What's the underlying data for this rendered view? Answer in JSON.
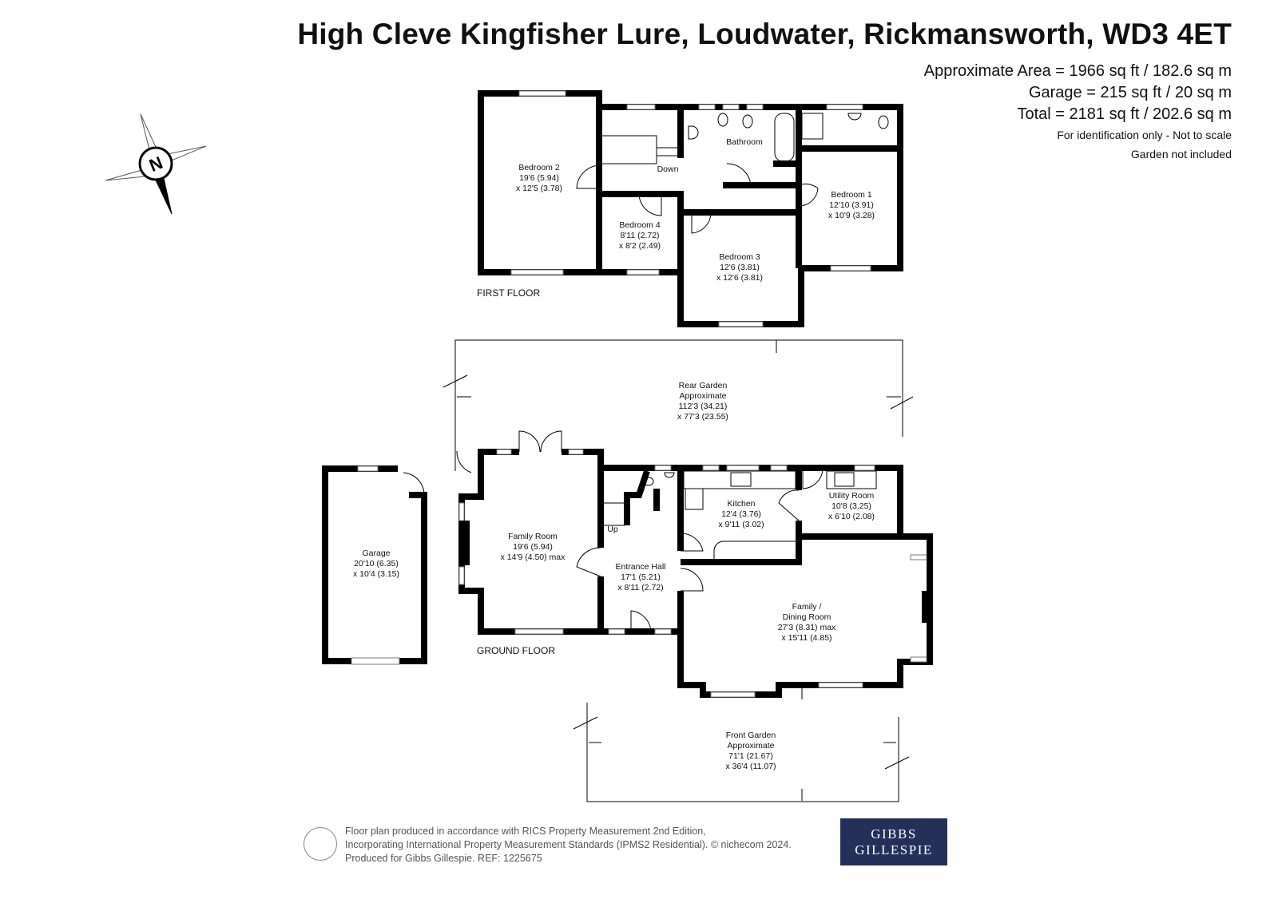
{
  "title": "High Cleve Kingfisher Lure, Loudwater, Rickmansworth, WD3 4ET",
  "areas": {
    "approximate": "Approximate Area = 1966 sq ft / 182.6 sq m",
    "garage": "Garage = 215 sq ft / 20 sq m",
    "total": "Total = 2181 sq ft / 202.6 sq m",
    "note1": "For identification only - Not to scale",
    "note2": "Garden not included"
  },
  "compass": {
    "letter": "N"
  },
  "first_floor": {
    "label": "FIRST FLOOR",
    "rooms": [
      {
        "name": "Bedroom 2",
        "dim1": "19'6 (5.94)",
        "dim2": "x 12'5 (3.78)"
      },
      {
        "name": "Bedroom 4",
        "dim1": "8'11 (2.72)",
        "dim2": "x 8'2 (2.49)"
      },
      {
        "name": "Bedroom 3",
        "dim1": "12'6 (3.81)",
        "dim2": "x 12'6 (3.81)"
      },
      {
        "name": "Bedroom 1",
        "dim1": "12'10 (3.91)",
        "dim2": "x 10'9 (3.28)"
      },
      {
        "name": "Bathroom"
      }
    ],
    "stairs": "Down"
  },
  "ground_floor": {
    "label": "GROUND FLOOR",
    "rooms": [
      {
        "name": "Garage",
        "dim1": "20'10 (6.35)",
        "dim2": "x 10'4 (3.15)"
      },
      {
        "name": "Family Room",
        "dim1": "19'6 (5.94)",
        "dim2": "x 14'9 (4.50) max"
      },
      {
        "name": "Entrance Hall",
        "dim1": "17'1 (5.21)",
        "dim2": "x 8'11 (2.72)"
      },
      {
        "name": "Kitchen",
        "dim1": "12'4 (3.76)",
        "dim2": "x 9'11 (3.02)"
      },
      {
        "name": "Utility Room",
        "dim1": "10'8 (3.25)",
        "dim2": "x 6'10 (2.08)"
      },
      {
        "name": "Family /",
        "name2": "Dining Room",
        "dim1": "27'3 (8.31) max",
        "dim2": "x 15'11 (4.85)"
      }
    ],
    "stairs": "Up"
  },
  "gardens": {
    "rear": {
      "name": "Rear Garden",
      "sub": "Approximate",
      "dim1": "112'3 (34.21)",
      "dim2": "x 77'3 (23.55)"
    },
    "front": {
      "name": "Front Garden",
      "sub": "Approximate",
      "dim1": "71'1 (21.67)",
      "dim2": "x 36'4 (11.07)"
    }
  },
  "footer": {
    "line1": "Floor plan produced in accordance with RICS Property Measurement 2nd Edition,",
    "line2": "Incorporating International Property Measurement Standards (IPMS2 Residential).   © nichecom 2024.",
    "line3": "Produced for Gibbs Gillespie.   REF:  1225675"
  },
  "logo": {
    "line1": "GIBBS",
    "line2": "GILLESPIE",
    "bg": "#23305a"
  }
}
